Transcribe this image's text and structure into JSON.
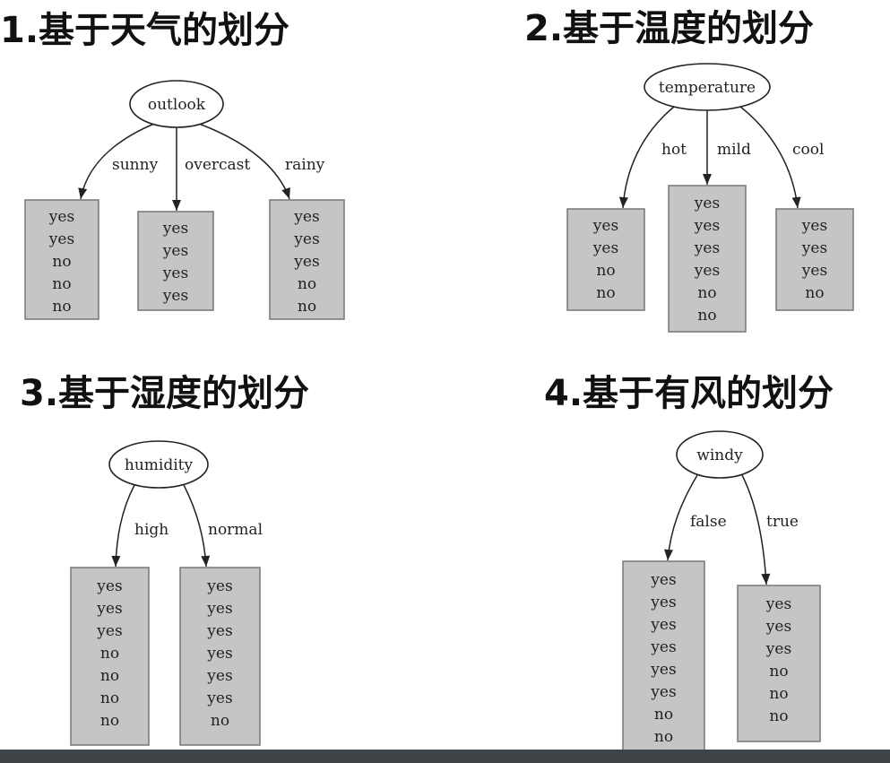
{
  "panels": [
    {
      "title": "1.基于天气的划分",
      "root": "outlook",
      "branches": [
        {
          "label": "sunny",
          "values": [
            "yes",
            "yes",
            "no",
            "no",
            "no"
          ]
        },
        {
          "label": "overcast",
          "values": [
            "yes",
            "yes",
            "yes",
            "yes"
          ]
        },
        {
          "label": "rainy",
          "values": [
            "yes",
            "yes",
            "yes",
            "no",
            "no"
          ]
        }
      ]
    },
    {
      "title": "2.基于温度的划分",
      "root": "temperature",
      "branches": [
        {
          "label": "hot",
          "values": [
            "yes",
            "yes",
            "no",
            "no"
          ]
        },
        {
          "label": "mild",
          "values": [
            "yes",
            "yes",
            "yes",
            "yes",
            "no",
            "no"
          ]
        },
        {
          "label": "cool",
          "values": [
            "yes",
            "yes",
            "yes",
            "no"
          ]
        }
      ]
    },
    {
      "title": "3.基于湿度的划分",
      "root": "humidity",
      "branches": [
        {
          "label": "high",
          "values": [
            "yes",
            "yes",
            "yes",
            "no",
            "no",
            "no",
            "no"
          ]
        },
        {
          "label": "normal",
          "values": [
            "yes",
            "yes",
            "yes",
            "yes",
            "yes",
            "yes",
            "no"
          ]
        }
      ]
    },
    {
      "title": "4.基于有风的划分",
      "root": "windy",
      "branches": [
        {
          "label": "false",
          "values": [
            "yes",
            "yes",
            "yes",
            "yes",
            "yes",
            "yes",
            "no",
            "no"
          ]
        },
        {
          "label": "true",
          "values": [
            "yes",
            "yes",
            "yes",
            "no",
            "no",
            "no"
          ]
        }
      ]
    }
  ],
  "colors": {
    "box_fill": "#c5c5c5",
    "box_stroke": "#777777",
    "line": "#222222",
    "bottom_bar": "#3f4449"
  }
}
